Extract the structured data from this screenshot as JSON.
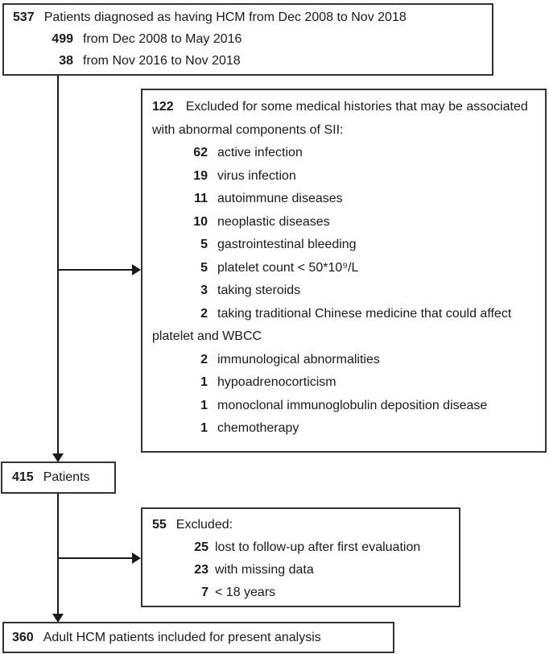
{
  "colors": {
    "background": "#ffffff",
    "box_border": "#333333",
    "text": "#1a1a1a",
    "arrow": "#1a1a1a"
  },
  "flow": {
    "top_box": {
      "count": "537",
      "label": "Patients diagnosed as having HCM from Dec 2008 to Nov 2018",
      "sub_items": [
        {
          "count": "499",
          "label": "from Dec 2008 to May 2016"
        },
        {
          "count": "38",
          "label": "from Nov 2016 to Nov 2018"
        }
      ]
    },
    "exclusion_box_1": {
      "count": "122",
      "label": "Excluded for some medical histories that may be associated with abnormal components of SII:",
      "items": [
        {
          "count": "62",
          "label": "active infection"
        },
        {
          "count": "19",
          "label": "virus infection"
        },
        {
          "count": "11",
          "label": "autoimmune diseases"
        },
        {
          "count": "10",
          "label": "neoplastic diseases"
        },
        {
          "count": "5",
          "label": "gastrointestinal bleeding"
        },
        {
          "count": "5",
          "label": "platelet count < 50*10⁹/L"
        },
        {
          "count": "3",
          "label": "taking steroids"
        },
        {
          "count": "2",
          "label": "taking traditional Chinese medicine that could affect platelet and WBCC"
        },
        {
          "count": "2",
          "label": "immunological abnormalities"
        },
        {
          "count": "1",
          "label": "hypoadrenocorticism"
        },
        {
          "count": "1",
          "label": "monoclonal immunoglobulin deposition disease"
        },
        {
          "count": "1",
          "label": "chemotherapy"
        }
      ]
    },
    "patients_box": {
      "count": "415",
      "label": "Patients"
    },
    "exclusion_box_2": {
      "count": "55",
      "label": "Excluded:",
      "items": [
        {
          "count": "25",
          "label": "lost to follow-up after first evaluation"
        },
        {
          "count": "23",
          "label": "with missing data"
        },
        {
          "count": "7",
          "label": "< 18 years"
        }
      ]
    },
    "final_box": {
      "count": "360",
      "label": "Adult HCM patients included for present analysis"
    }
  }
}
